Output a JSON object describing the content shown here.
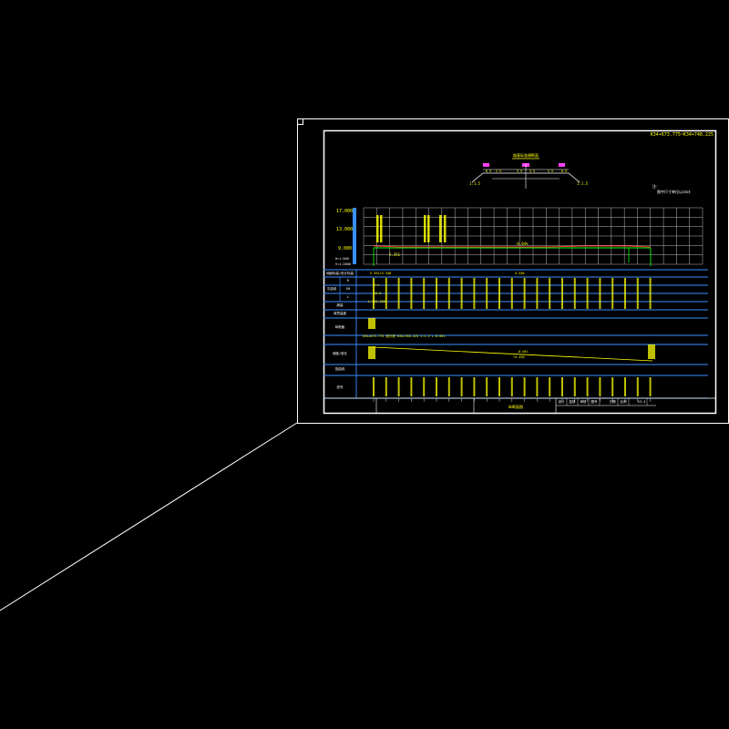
{
  "drawing": {
    "title_ref": "K34+673.775~K34+748.225",
    "section_caption": "路基标准横断面",
    "note_label": "注：",
    "note_text": "图中尺寸单位以cm计",
    "cross_section_dims": [
      "0.5",
      "2.5",
      "3.5",
      "3.5",
      "2.5",
      "0.5"
    ],
    "slope_left": "1:1.5",
    "slope_right": "1:1.5",
    "scale_h": "H=1:500",
    "scale_v": "V=1:2000",
    "elev_ticks": [
      "17.000",
      "13.000",
      "9.000"
    ],
    "grade_label": "-0.04%",
    "design_elev_sample": "5.351",
    "rows": [
      "地面标高/设计标高",
      "平曲线",
      "R",
      "SH",
      "L",
      "超高",
      "填挖高度",
      "纵断面",
      "坡度/坡长",
      "竖曲线",
      "桩号"
    ],
    "row_values": {
      "r_value": "R=∞",
      "sh_value": "SH=0",
      "l_value": "L=260.000",
      "elev_header": "5.351/5.348",
      "elev_mid": "5.348",
      "long_text": "K34+673.775 设计线 K34+748.225 1:1.5 + 0.04%",
      "slope_text": "-0.04%",
      "slope_len": "74.450"
    },
    "title_block": {
      "center": "纵断面图",
      "cells": [
        "设计",
        "复核",
        "审核",
        "图号",
        "日期",
        "比例",
        "S3-4"
      ]
    }
  },
  "colors": {
    "frame": "#ffffff",
    "grid": "#ffffff",
    "table_lines": "#3a8fff",
    "text": "#ffff00",
    "ground_line": "#ff3030",
    "design_line": "#00ff00",
    "accent": "#ff40ff",
    "elev_bar": "#3a8fff"
  }
}
